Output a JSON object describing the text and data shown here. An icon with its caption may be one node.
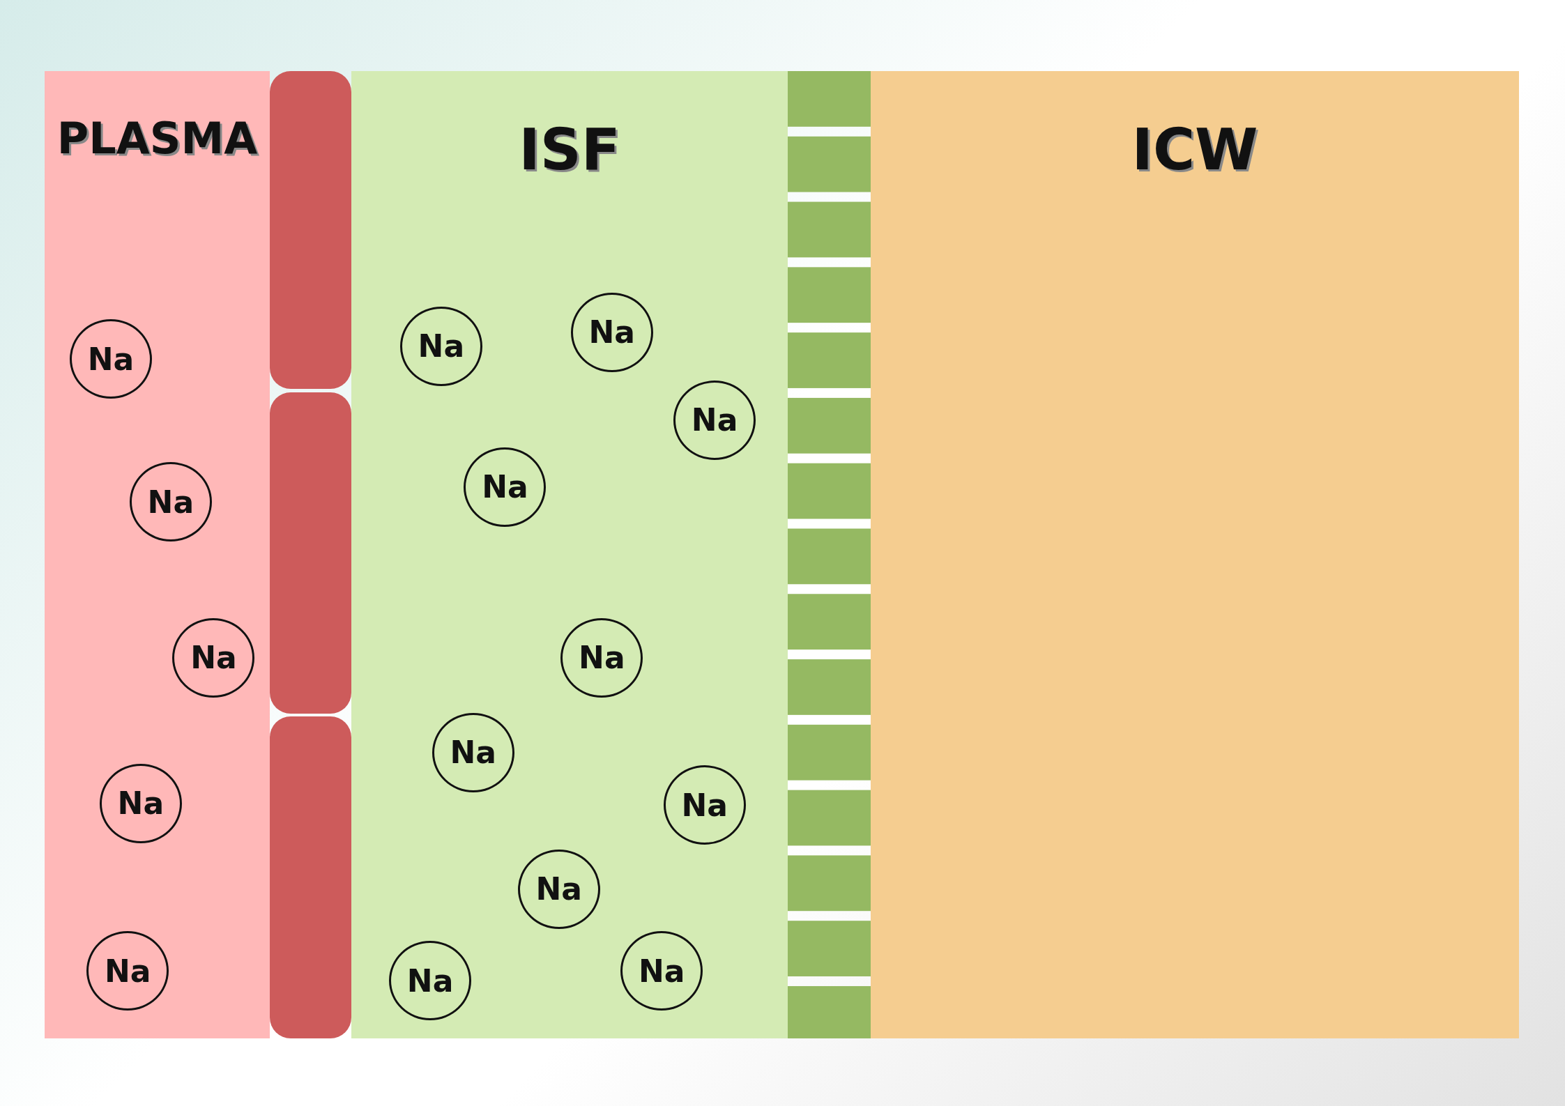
{
  "diagram": {
    "nodes": [
      {
        "text": [
          "PLASMA"
        ]
      },
      {
        "text": [
          "Na"
        ],
        "in": 0
      },
      {
        "text": [
          "Na"
        ],
        "in": 0
      },
      {
        "text": [
          "Na"
        ],
        "in": 0
      },
      {
        "text": [
          "Na"
        ],
        "in": 0
      },
      {
        "text": [
          "Na"
        ],
        "in": 0
      },
      {
        "text": [
          "ISF"
        ]
      },
      {
        "text": [
          "Na"
        ],
        "in": 6
      },
      {
        "text": [
          "Na"
        ],
        "in": 6
      },
      {
        "text": [
          "Na"
        ],
        "in": 6
      },
      {
        "text": [
          "Na"
        ],
        "in": 6
      },
      {
        "text": [
          "Na"
        ],
        "in": 6
      },
      {
        "text": [
          "Na"
        ],
        "in": 6
      },
      {
        "text": [
          "Na"
        ],
        "in": 6
      },
      {
        "text": [
          "Na"
        ],
        "in": 6
      },
      {
        "text": [
          "Na"
        ],
        "in": 6
      },
      {
        "text": [
          "Na"
        ],
        "in": 6
      },
      {
        "text": [
          "ICW"
        ]
      }
    ],
    "edges": []
  }
}
